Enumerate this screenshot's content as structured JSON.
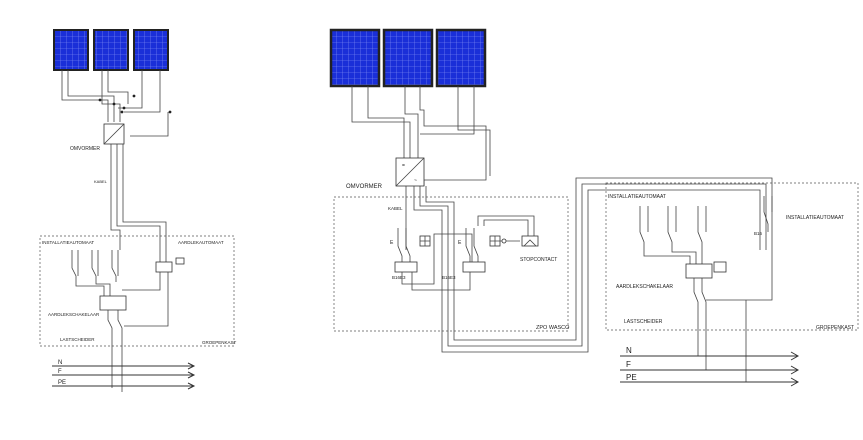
{
  "left": {
    "omvormer": "OMVORMER",
    "kabel": "KABEL",
    "installatieautomaat": "INSTALLATIEAUTOMAAT",
    "aardlekautomaat": "AARDLEKAUTOMAAT",
    "aardlekschakelaar": "AARDLEKSCHAKELAAR",
    "lastscheider": "LASTSCHEIDER",
    "groepenkast": "GROEPENKAST",
    "bus": [
      "N",
      "F",
      "PE"
    ]
  },
  "right": {
    "omvormer": "OMVORMER",
    "kabel": "KABEL",
    "b16_1": "B16E3",
    "b16_2": "B16E3",
    "stopcontact": "STOPCONTACT",
    "zpo": "ZPO WASCO",
    "installatieautomaat_top": "INSTALLATIEAUTOMAAT",
    "installatieautomaat_side": "INSTALLATIEAUTOMAAT",
    "aardlekschakelaar": "AARDLEKSCHAKELAAR",
    "lastscheider": "LASTSCHEIDER",
    "groepenkast": "GROEPENKAST",
    "b16": "B16",
    "bus": [
      "N",
      "F",
      "PE"
    ]
  },
  "colors": {
    "panel_fill": "#1a2fd8",
    "panel_frame": "#222222",
    "panel_grid": "#7f8cf5",
    "wire": "#444444"
  }
}
